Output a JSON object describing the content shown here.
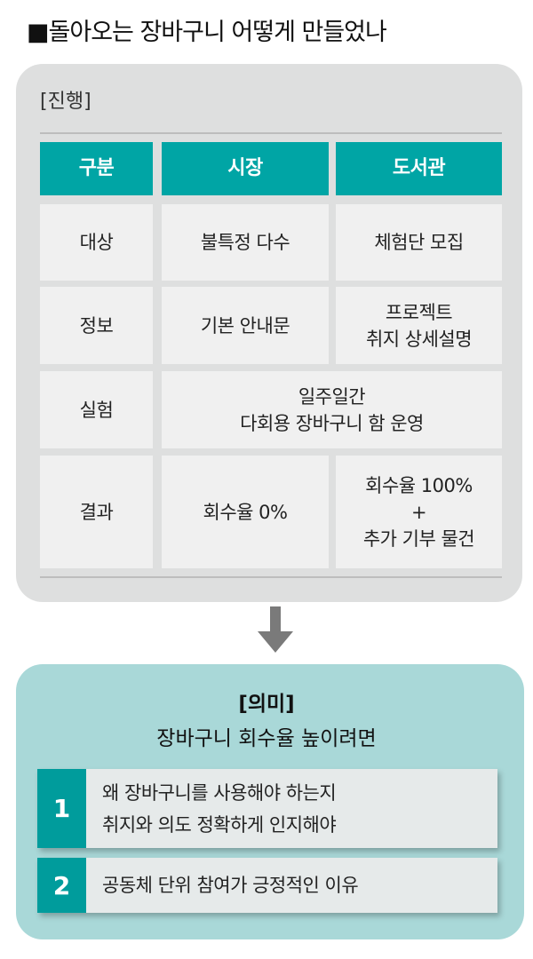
{
  "title": "■돌아오는 장바구니 어떻게 만들었나",
  "process": {
    "label": "[진행]",
    "headers": [
      "구분",
      "시장",
      "도서관"
    ],
    "rows": [
      {
        "label": "대상",
        "market": "불특정 다수",
        "library": "체험단 모집"
      },
      {
        "label": "정보",
        "market": "기본 안내문",
        "library": "프로젝트\n취지 상세설명"
      },
      {
        "label": "실험",
        "merged": "일주일간\n다회용 장바구니 함 운영"
      },
      {
        "label": "결과",
        "market": "회수율 0%",
        "library": "회수율 100%\n+\n추가 기부 물건"
      }
    ]
  },
  "meaning": {
    "label": "[의미]",
    "subtitle": "장바구니 회수율 높이려면",
    "items": [
      {
        "num": "1",
        "text": "왜 장바구니를 사용해야 하는지\n취지와 의도 정확하게 인지해야"
      },
      {
        "num": "2",
        "text": "공동체 단위 참여가 긍정적인 이유"
      }
    ]
  },
  "colors": {
    "accent": "#00a5a5",
    "panel": "#dedfdf",
    "meaning_bg": "#a9d8d8"
  }
}
